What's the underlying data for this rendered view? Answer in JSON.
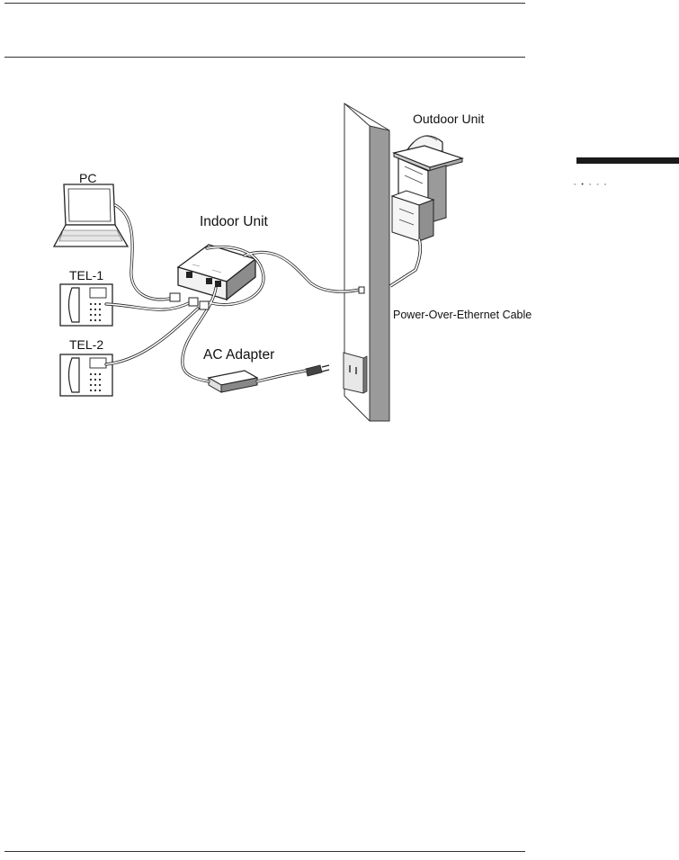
{
  "page": {
    "pagination_dots": "◦ • ◦ ◦ ◦"
  },
  "diagram": {
    "labels": {
      "pc": "PC",
      "indoor_unit": "Indoor Unit",
      "tel1": "TEL-1",
      "tel2": "TEL-2",
      "ac_adapter": "AC Adapter",
      "outdoor_unit": "Outdoor Unit",
      "poe_cable": "Power-Over-Ethernet Cable"
    }
  }
}
